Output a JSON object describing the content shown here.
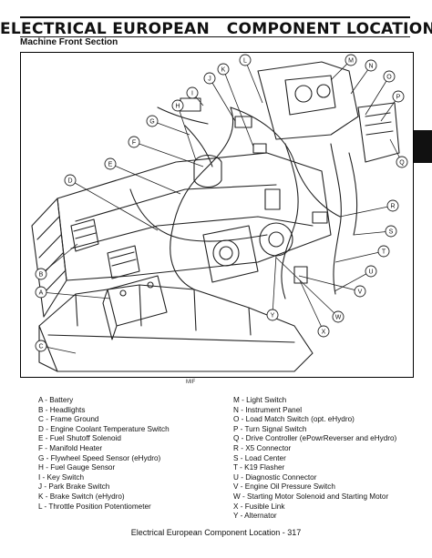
{
  "header": {
    "title": "ELECTRICAL EUROPEAN   COMPONENT LOCATION",
    "section": "Machine Front Section"
  },
  "figure": {
    "code": "MIF",
    "callouts": [
      "A",
      "B",
      "C",
      "D",
      "E",
      "F",
      "G",
      "H",
      "I",
      "J",
      "K",
      "L",
      "M",
      "N",
      "O",
      "P",
      "Q",
      "R",
      "S",
      "T",
      "U",
      "V",
      "W",
      "X",
      "Y"
    ]
  },
  "legend": {
    "left": [
      "A - Battery",
      "B - Headlights",
      "C - Frame Ground",
      "D - Engine Coolant Temperature Switch",
      "E - Fuel Shutoff Solenoid",
      "F - Manifold Heater",
      "G - Flywheel Speed Sensor (eHydro)",
      "H - Fuel Gauge Sensor",
      "I - Key Switch",
      "J - Park Brake Switch",
      "K - Brake Switch (eHydro)",
      "L - Throttle Position Potentiometer"
    ],
    "right": [
      "M - Light Switch",
      "N - Instrument Panel",
      "O - Load Match Switch (opt. eHydro)",
      "P - Turn Signal Switch",
      "Q - Drive Controller (ePowrReverser and eHydro)",
      "R - X5 Connector",
      "S - Load Center",
      "T - K19 Flasher",
      "U - Diagnostic Connector",
      "V - Engine Oil Pressure Switch",
      "W - Starting Motor Solenoid and Starting Motor",
      "X - Fusible Link",
      "Y - Alternator"
    ]
  },
  "footer": {
    "text": "Electrical European   Component Location - 317"
  }
}
